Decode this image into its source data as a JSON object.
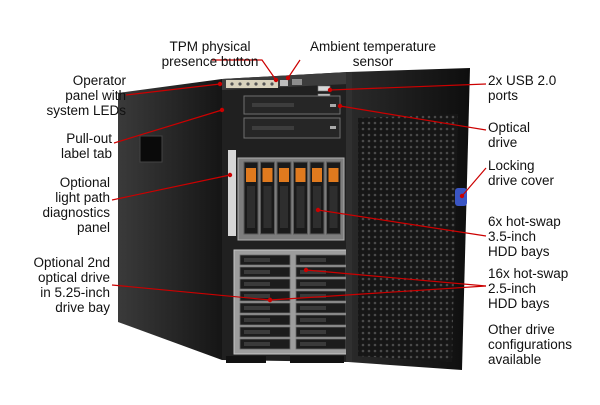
{
  "colors": {
    "leader_line": "#cc0000",
    "chassis_dark": "#1f1f1f",
    "bay_frame": "#9a9a9a",
    "accent_blue": "#3a55c4"
  },
  "illustration": {
    "icons": [
      "tower-server",
      "optical-drive",
      "hdd-tray",
      "bezel-door",
      "usb-port",
      "led-panel"
    ]
  },
  "callouts": {
    "tpm_button": "TPM physical\npresence button",
    "ambient_sensor": "Ambient temperature\nsensor",
    "operator_panel": "Operator\npanel with\nsystem LEDs",
    "label_tab": "Pull-out\nlabel tab",
    "light_path": "Optional\nlight path\ndiagnostics\npanel",
    "optical_2nd": "Optional 2nd\noptical drive\nin 5.25-inch\ndrive bay",
    "usb_ports": "2x USB 2.0\nports",
    "optical_drive": "Optical\ndrive",
    "locking_cover": "Locking\ndrive cover",
    "hdd_35": "6x hot-swap\n3.5-inch\nHDD bays",
    "hdd_25": "16x hot-swap\n2.5-inch\nHDD bays",
    "other_configs": "Other drive\nconfigurations\navailable"
  }
}
